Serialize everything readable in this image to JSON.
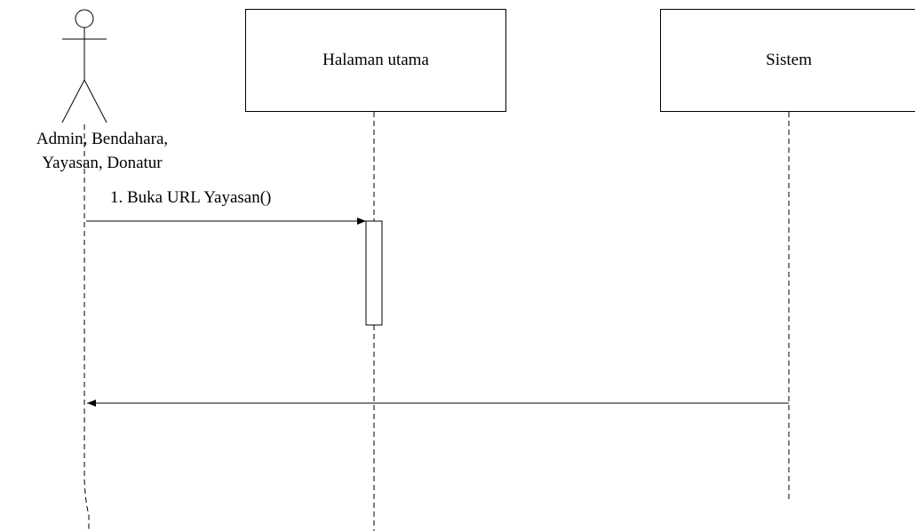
{
  "actor": {
    "label_line1": "Admin, Bendahara,",
    "label_line2": "Yayasan, Donatur"
  },
  "lifelines": {
    "halaman": "Halaman utama",
    "sistem": "Sistem"
  },
  "messages": {
    "m1": "1. Buka URL Yayasan()"
  }
}
